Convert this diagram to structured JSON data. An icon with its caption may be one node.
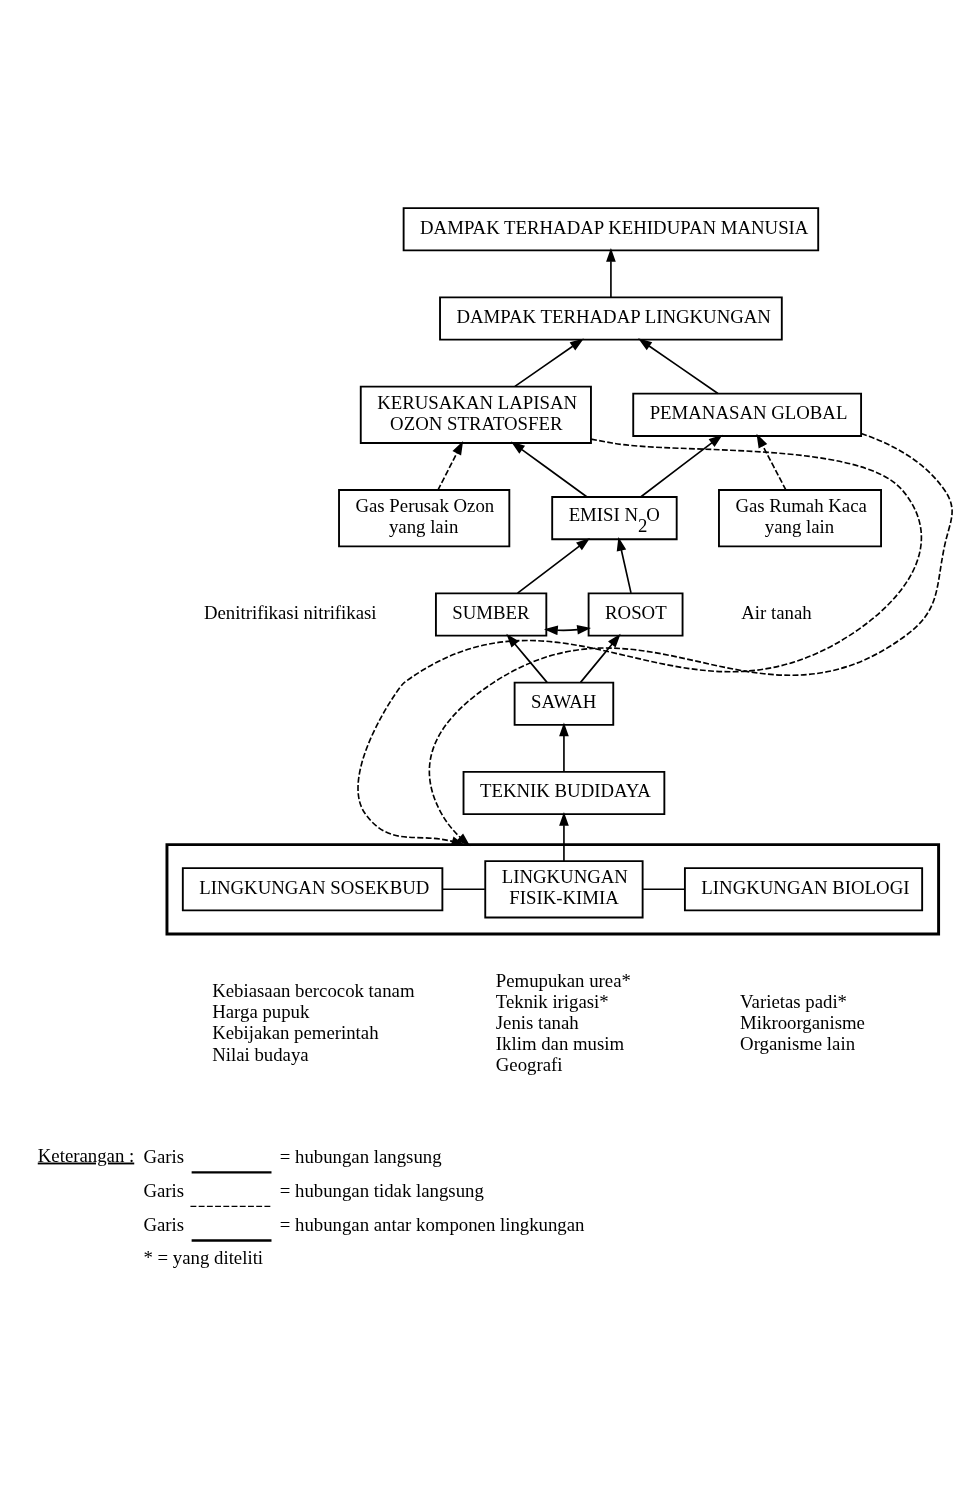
{
  "diagram": {
    "nodes": [
      {
        "text": [
          "DAMPAK TERHADAP KEHIDUPAN MANUSIA"
        ]
      },
      {
        "text": [
          "DAMPAK TERHADAP LINGKUNGAN"
        ]
      },
      {
        "text": [
          "KERUSAKAN LAPISAN OZON STRATOSFER"
        ]
      },
      {
        "text": [
          "PEMANASAN GLOBAL"
        ]
      },
      {
        "text": [
          "Gas Perusak Ozon yang lain"
        ]
      },
      {
        "text": [
          "EMISI N$_{2}$O"
        ]
      },
      {
        "text": [
          "Gas Rumah Kaca yang lain"
        ]
      },
      {
        "text": [
          "SUMBER"
        ],
        "beside": [
          "Denitrifikasi nitrifikasi"
        ]
      },
      {
        "text": [
          "ROSOT"
        ],
        "beside": [
          "Air tanah"
        ]
      },
      {
        "text": [
          "SAWAH"
        ]
      },
      {
        "text": [
          "TEKNIK BUDIDAYA"
        ]
      },
      {
        "text": [],
        "shape": "box"
      },
      {
        "text": [
          "LINGKUNGAN SOSEKBUD"
        ],
        "in": 11,
        "beside": [
          "Kebiasaan bercocok tanam",
          "Harga pupuk",
          "Kebijakan pemerintah",
          "Nilai budaya"
        ]
      },
      {
        "text": [
          "LINGKUNGAN FISIK-KIMIA"
        ],
        "in": 11,
        "beside": [
          "Pemupukan urea*",
          "Teknik irigasi*",
          "Jenis tanah",
          "Iklim dan musim",
          "Geografi"
        ]
      },
      {
        "text": [
          "LINGKUNGAN BIOLOGI"
        ],
        "in": 11,
        "beside": [
          "Varietas padi*",
          "Mikroorganisme",
          "Organisme lain"
        ]
      }
    ],
    "edges": [
      {
        "from": 1,
        "to": 0,
        "arrow": "to"
      },
      {
        "from": 2,
        "to": 1,
        "arrow": "to"
      },
      {
        "from": 3,
        "to": 1,
        "arrow": "to"
      },
      {
        "from": 4,
        "to": 2,
        "arrow": "to",
        "style": "dashed"
      },
      {
        "from": 5,
        "to": 2,
        "arrow": "to"
      },
      {
        "from": 5,
        "to": 3,
        "arrow": "to"
      },
      {
        "from": 6,
        "to": 3,
        "arrow": "to",
        "style": "dashed"
      },
      {
        "from": 7,
        "to": 8,
        "arrow": "both"
      },
      {
        "from": 7,
        "to": 5,
        "arrow": "to"
      },
      {
        "from": 8,
        "to": 5,
        "arrow": "to"
      },
      {
        "from": 9,
        "to": 7,
        "arrow": "to"
      },
      {
        "from": 9,
        "to": 8,
        "arrow": "to"
      },
      {
        "from": 10,
        "to": 9,
        "arrow": "to"
      },
      {
        "from": 13,
        "to": 10,
        "arrow": "to"
      },
      {
        "from": 12,
        "to": 13,
        "arrow": "none"
      },
      {
        "from": 13,
        "to": 14,
        "arrow": "none"
      },
      {
        "from": 2,
        "to": 11,
        "arrow": "to",
        "style": "dashed"
      },
      {
        "from": 3,
        "to": 11,
        "arrow": "to",
        "style": "dashed"
      }
    ],
    "labels": [
      "Keterangan :",
      "Garis",
      "Garis",
      "Garis",
      "* = yang diteliti"
    ],
    "legend": [
      {
        "text": "= hubungan langsung"
      },
      {
        "text": "= hubungan tidak langsung"
      },
      {
        "text": "= hubungan antar komponen lingkungan"
      }
    ]
  }
}
